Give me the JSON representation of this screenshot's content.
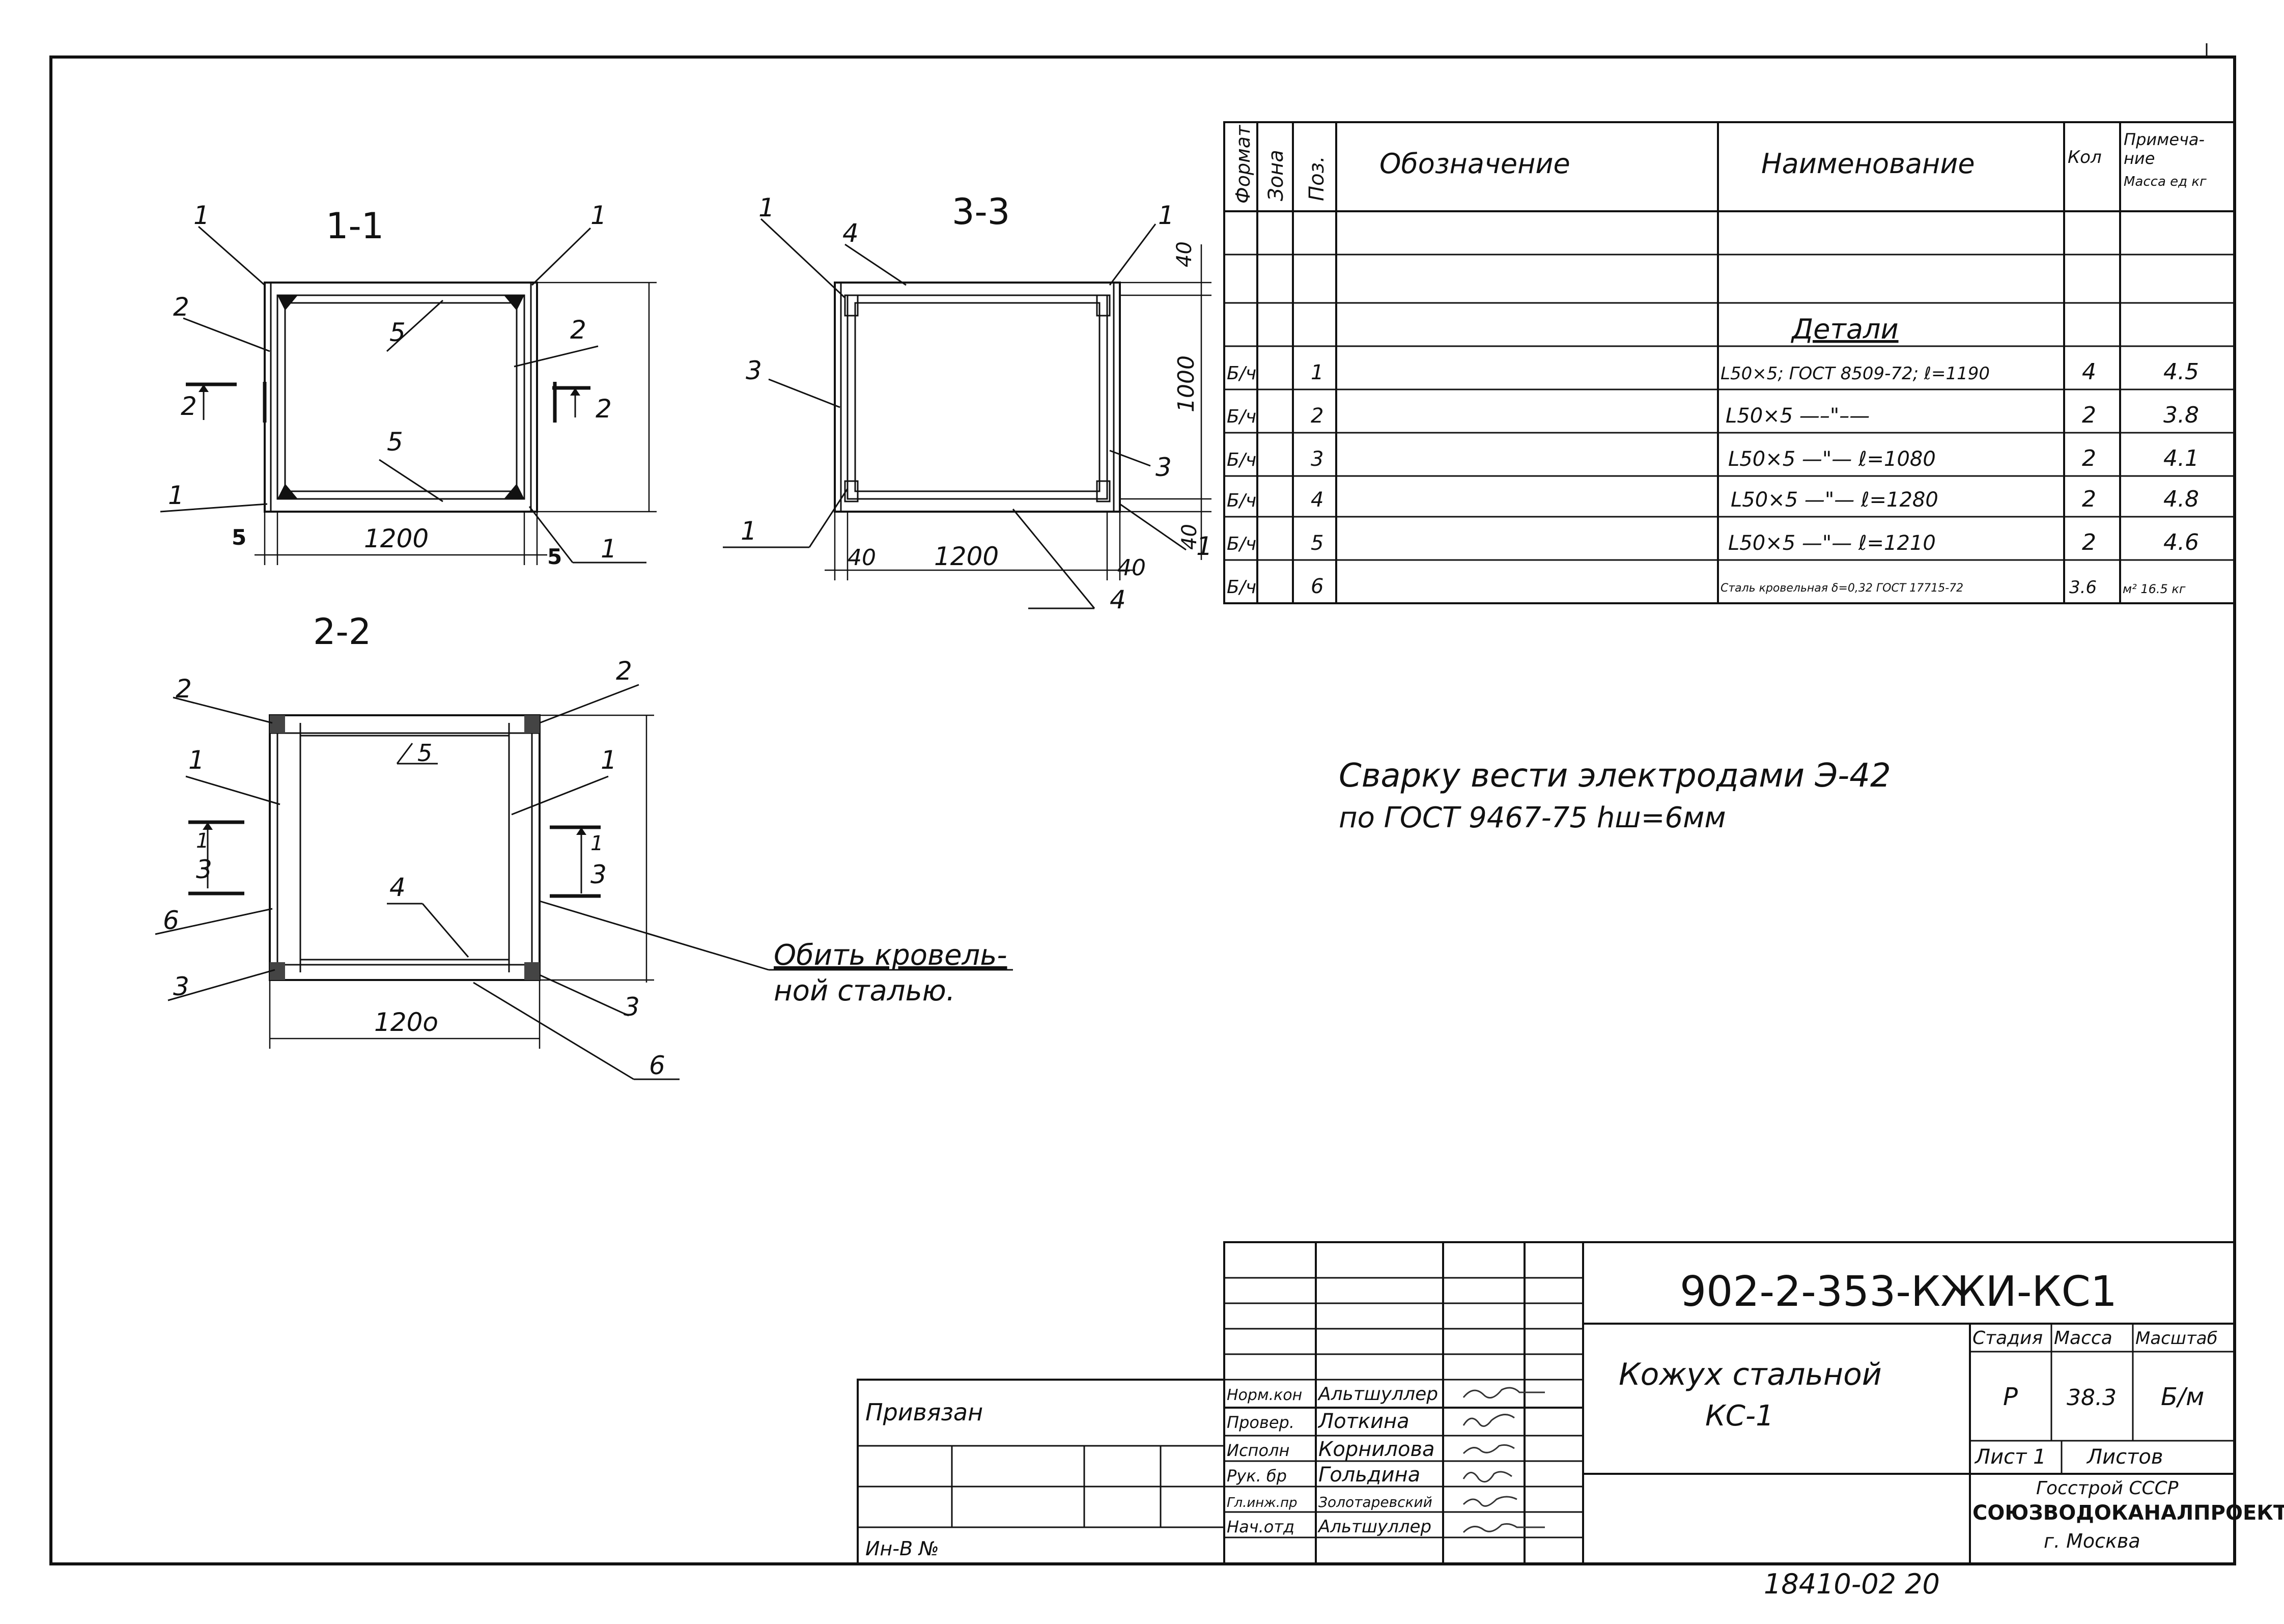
{
  "sections": {
    "s11": {
      "title": "1-1",
      "width_dim": "1200",
      "edge_dim_left": "5",
      "edge_dim_right": "5",
      "callouts": [
        "1",
        "1",
        "2",
        "2",
        "5",
        "5",
        "1",
        "1"
      ],
      "cut_marks": [
        "2",
        "2"
      ]
    },
    "s33": {
      "title": "3-3",
      "width_dim": "1200",
      "height_dim": "1000",
      "flange_left": "40",
      "flange_right": "40",
      "flange_top": "40",
      "flange_bottom": "40",
      "callouts": [
        "1",
        "4",
        "1",
        "3",
        "3",
        "1",
        "4",
        "1"
      ]
    },
    "s22": {
      "title": "2-2",
      "width_dim": "120о",
      "callouts": [
        "2",
        "2",
        "1",
        "1",
        "5",
        "4",
        "6",
        "3",
        "3",
        "6"
      ],
      "cut_marks": [
        "1",
        "3",
        "1",
        "3"
      ],
      "note": [
        "Обить кровель-",
        "ной сталью."
      ]
    }
  },
  "spec": {
    "headers": {
      "format": "Формат",
      "zone": "Зона",
      "pos": "Поз.",
      "designation": "Обозначение",
      "name": "Наименование",
      "qty": "Кол",
      "note_1": "Примеча-",
      "note_2": "ние",
      "note_3": "Масса ед кг"
    },
    "section_title": "Детали",
    "rows": [
      {
        "format": "Б/ч",
        "pos": "1",
        "name": "L50×5; ГОСТ 8509-72; ℓ=1190",
        "qty": "4",
        "note": "4.5"
      },
      {
        "format": "Б/ч",
        "pos": "2",
        "name": "L50×5 —–\"–—",
        "qty": "2",
        "note": "3.8"
      },
      {
        "format": "Б/ч",
        "pos": "3",
        "name": "L50×5 —\"— ℓ=1080",
        "qty": "2",
        "note": "4.1"
      },
      {
        "format": "Б/ч",
        "pos": "4",
        "name": "L50×5 —\"— ℓ=1280",
        "qty": "2",
        "note": "4.8"
      },
      {
        "format": "Б/ч",
        "pos": "5",
        "name": "L50×5 —\"— ℓ=1210",
        "qty": "2",
        "note": "4.6"
      },
      {
        "format": "Б/ч",
        "pos": "6",
        "name": "Сталь кровельная δ=0,32 ГОСТ 17715-72",
        "qty": "3.6",
        "note": "м² 16.5 кг"
      }
    ]
  },
  "weld_note": [
    "Сварку вести электродами Э-42",
    "по ГОСТ 9467-75  hш=6мм"
  ],
  "title_block": {
    "doc_code": "902-2-353-КЖИ-КС1",
    "title_1": "Кожух стальной",
    "title_2": "КС-1",
    "stage_label": "Стадия",
    "mass_label": "Масса",
    "scale_label": "Масштаб",
    "stage": "Р",
    "mass": "38.3",
    "scale": "Б/м",
    "sheet_label": "Лист 1",
    "sheets_label": "Листов",
    "org_1": "Госстрой СССР",
    "org_2": "СОЮЗВОДОКАНАЛПРОЕКТ",
    "org_3": "г. Москва",
    "privyazan": "Привязан",
    "inv": "Ин-В №",
    "staff": [
      {
        "role": "Норм.кон",
        "name": "Альтшуллер"
      },
      {
        "role": "Провер.",
        "name": "Лоткина"
      },
      {
        "role": "Исполн",
        "name": "Корнилова"
      },
      {
        "role": "Рук. бр",
        "name": "Гольдина"
      },
      {
        "role": "Гл.инж.пр",
        "name": "Золотаревский"
      },
      {
        "role": "Нач.отд",
        "name": "Альтшуллер"
      }
    ]
  },
  "footer_number": "18410-02  20"
}
